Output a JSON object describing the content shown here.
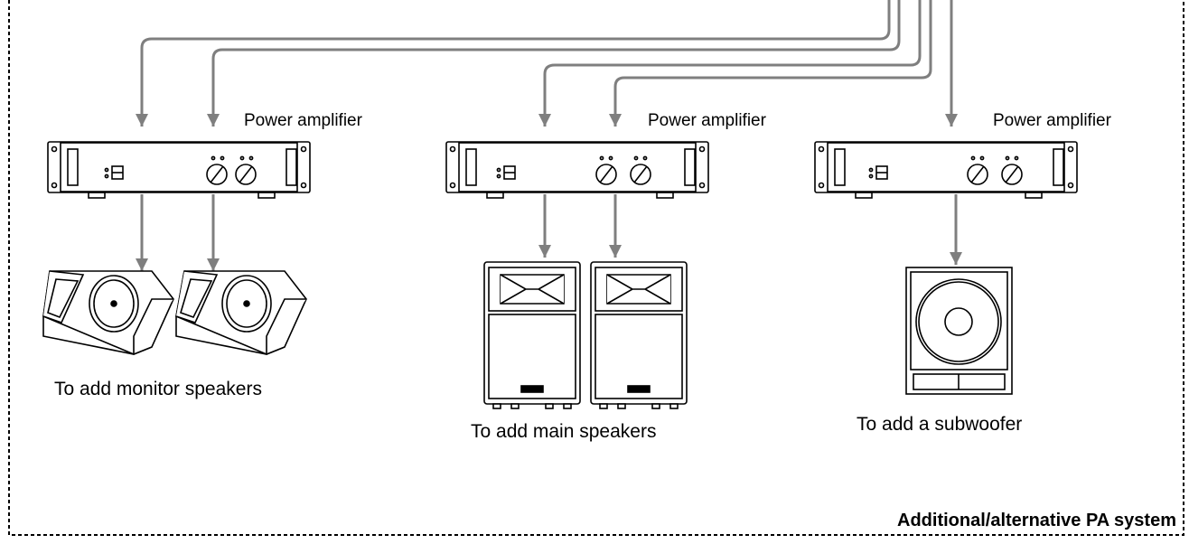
{
  "system_label": "Additional/alternative PA system",
  "amplifiers": [
    {
      "label": "Power amplifier",
      "outputs": 2
    },
    {
      "label": "Power amplifier",
      "outputs": 2
    },
    {
      "label": "Power amplifier",
      "outputs": 1
    }
  ],
  "groups": [
    {
      "caption": "To add monitor speakers",
      "speaker_type": "floor-monitor",
      "count": 2
    },
    {
      "caption": "To add main speakers",
      "speaker_type": "main-cabinet",
      "count": 2
    },
    {
      "caption": "To add a subwoofer",
      "speaker_type": "subwoofer",
      "count": 1
    }
  ],
  "colors": {
    "cable": "#7f7f7f",
    "line": "#000000",
    "background": "#ffffff"
  }
}
